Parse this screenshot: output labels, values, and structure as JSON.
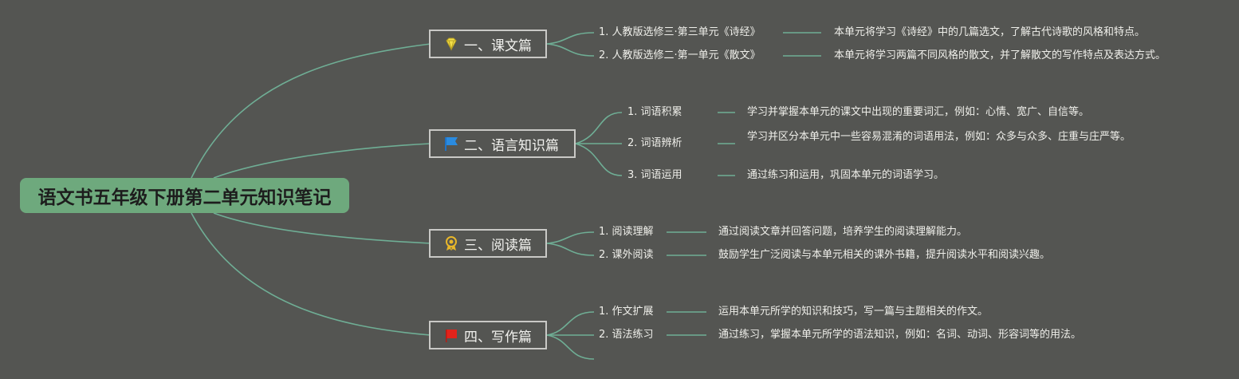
{
  "root": {
    "title": "语文书五年级下册第二单元知识笔记"
  },
  "colors": {
    "background": "#545552",
    "root_fill": "#6ea97d",
    "line": "#6fae95",
    "branch_border": "#c9c9c6"
  },
  "branches": [
    {
      "icon": "diamond-icon",
      "label": "一、课文篇",
      "items": [
        {
          "label": "1. 人教版选修三·第三单元《诗经》",
          "desc": "本单元将学习《诗经》中的几篇选文，了解古代诗歌的风格和特点。"
        },
        {
          "label": "2. 人教版选修二·第一单元《散文》",
          "desc": "本单元将学习两篇不同风格的散文，并了解散文的写作特点及表达方式。"
        }
      ]
    },
    {
      "icon": "blue-flag-icon",
      "label": "二、语言知识篇",
      "items": [
        {
          "label": "1. 词语积累",
          "desc": "学习并掌握本单元的课文中出现的重要词汇，例如：心情、宽广、自信等。"
        },
        {
          "label": "2. 词语辨析",
          "desc": "学习并区分本单元中一些容易混淆的词语用法，例如：众多与众多、庄重与庄严等。"
        },
        {
          "label": "3. 词语运用",
          "desc": "通过练习和运用，巩固本单元的词语学习。"
        }
      ]
    },
    {
      "icon": "award-medal-icon",
      "label": "三、阅读篇",
      "items": [
        {
          "label": "1. 阅读理解",
          "desc": "通过阅读文章并回答问题，培养学生的阅读理解能力。"
        },
        {
          "label": "2. 课外阅读",
          "desc": "鼓励学生广泛阅读与本单元相关的课外书籍，提升阅读水平和阅读兴趣。"
        }
      ]
    },
    {
      "icon": "red-square-flag-icon",
      "label": "四、写作篇",
      "items": [
        {
          "label": "1. 作文扩展",
          "desc": "运用本单元所学的知识和技巧，写一篇与主题相关的作文。"
        },
        {
          "label": "2. 语法练习",
          "desc": "通过练习，掌握本单元所学的语法知识，例如：名词、动词、形容词等的用法。"
        }
      ]
    }
  ]
}
